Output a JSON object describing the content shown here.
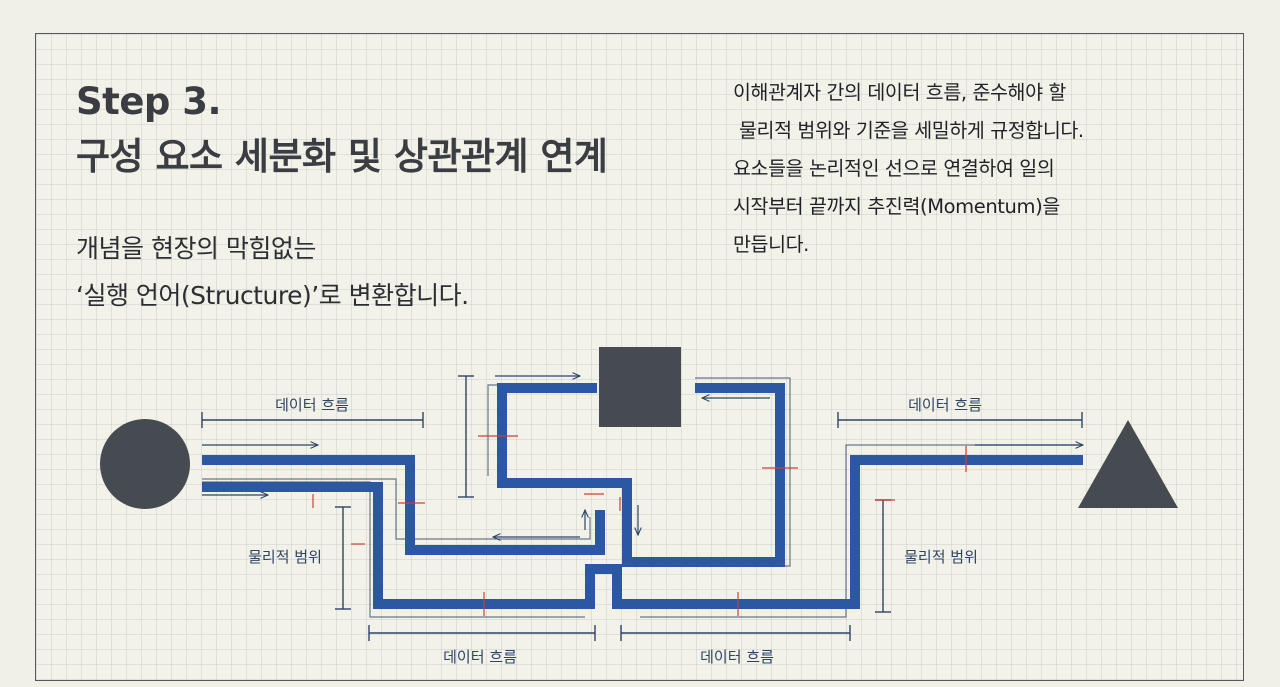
{
  "heading": {
    "line1": "Step 3.",
    "line2": "구성 요소 세분화 및 상관관계 연계"
  },
  "subheading": {
    "line1": "개념을 현장의 막힘없는",
    "line2": "‘실행 언어(Structure)’로 변환합니다."
  },
  "description": {
    "line1": "이해관계자 간의 데이터 흐름, 준수해야 할",
    "line2": "물리적 범위와 기준을 세밀하게 규정합니다.",
    "line3": "요소들을 논리적인 선으로 연결하여 일의",
    "line4": "시작부터 끝까지 추진력(Momentum)을",
    "line5": "만듭니다."
  },
  "diagram": {
    "labels": {
      "flow_top_left": "데이터 흐름",
      "flow_top_right": "데이터 흐름",
      "flow_bottom_left": "데이터 흐름",
      "flow_bottom_right": "데이터 흐름",
      "range_left": "물리적 범위",
      "range_right": "물리적 범위"
    },
    "colors": {
      "pipe": "#2b57a3",
      "shape": "#464b51",
      "annotation": "#2e4466",
      "tick": "#c9413a"
    }
  }
}
